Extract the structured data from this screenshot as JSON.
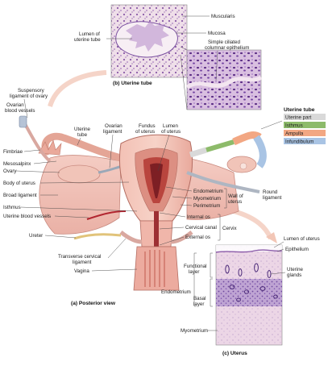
{
  "panel_b": {
    "title": "(b) Uterine tube",
    "labels": {
      "muscularis": "Muscularis",
      "mucosa": "Mucosa",
      "lumen_tube_1": "Lumen of",
      "lumen_tube_2": "uterine tube",
      "epithelium_1": "Simple ciliated",
      "epithelium_2": "columnar epithelium"
    }
  },
  "panel_a": {
    "title": "(a) Posterior view",
    "labels": {
      "suspensory_1": "Suspensory",
      "suspensory_2": "ligament of ovary",
      "ovarian_vessels_1": "Ovarian",
      "ovarian_vessels_2": "blood vessels",
      "uterine_tube_1": "Uterine",
      "uterine_tube_2": "tube",
      "ovarian_lig_1": "Ovarian",
      "ovarian_lig_2": "ligament",
      "fundus_1": "Fundus",
      "fundus_2": "of uterus",
      "lumen_uterus_1": "Lumen",
      "lumen_uterus_2": "of uterus",
      "fimbriae": "Fimbriae",
      "mesosalpinx": "Mesosalpinx",
      "ovary": "Ovary",
      "body_uterus": "Body of uterus",
      "broad_lig": "Broad ligament",
      "isthmus": "Isthmus",
      "uterine_vessels": "Uterine blood vessels",
      "ureter": "Ureter",
      "endometrium": "Endometrium",
      "myometrium": "Myometrium",
      "perimetrium": "Perimetrium",
      "wall_1": "Wall of",
      "wall_2": "uterus",
      "round_lig_1": "Round",
      "round_lig_2": "ligament",
      "internal_os": "Internal os",
      "cervical_canal": "Cervical canal",
      "external_os": "External os",
      "cervix": "Cervix",
      "transverse_1": "Transverse cervical",
      "transverse_2": "ligament",
      "vagina": "Vagina"
    }
  },
  "uterine_tube_key": {
    "title": "Uterine tube",
    "items": [
      {
        "label": "Uterine part",
        "color": "#d9d9d9"
      },
      {
        "label": "Isthmus",
        "color": "#8dbb6a"
      },
      {
        "label": "Ampulla",
        "color": "#f2a783"
      },
      {
        "label": "Infundibulum",
        "color": "#a9c4e4"
      }
    ]
  },
  "panel_c": {
    "title": "(c) Uterus",
    "labels": {
      "lumen": "Lumen of uterus",
      "epithelium": "Epithelium",
      "functional_1": "Functional",
      "functional_2": "layer",
      "glands_1": "Uterine",
      "glands_2": "glands",
      "endometrium": "Endometrium",
      "basal_1": "Basal",
      "basal_2": "layer",
      "myometrium": "Myometrium"
    }
  },
  "colors": {
    "tissue_pink": "#e9a7a0",
    "tissue_dark": "#c2605a",
    "histo_purple": "#7a4fa0",
    "histo_pink": "#e6c3dc"
  }
}
